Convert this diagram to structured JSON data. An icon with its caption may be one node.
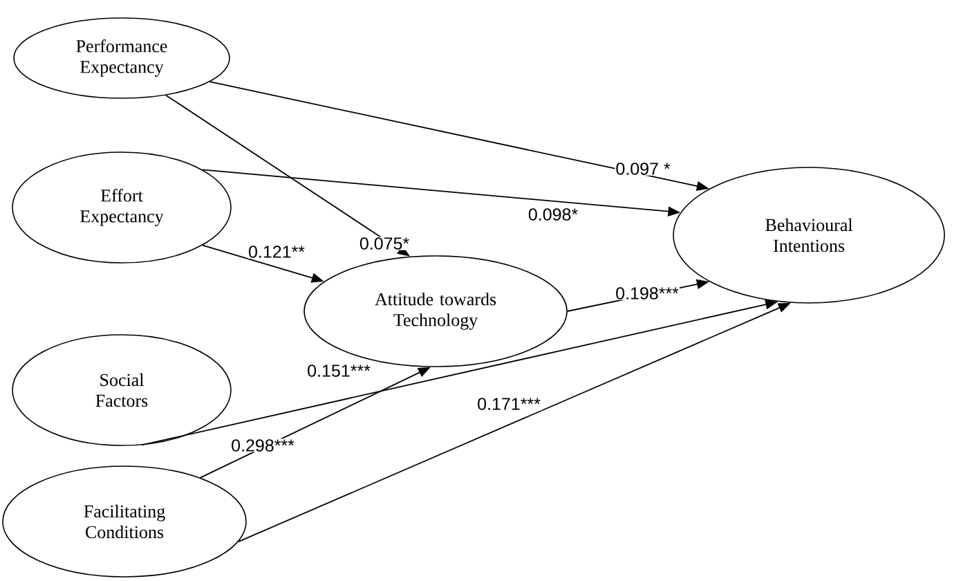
{
  "diagram": {
    "nodes": [
      {
        "text": [
          "Performance Expectancy"
        ]
      },
      {
        "text": [
          "Effort Expectancy"
        ]
      },
      {
        "text": [
          "Attitude towards Technology"
        ]
      },
      {
        "text": [
          "Behavioural Intentions"
        ]
      },
      {
        "text": [
          "Social Factors"
        ]
      },
      {
        "text": [
          "Facilitating Conditions"
        ]
      }
    ],
    "edges": [
      {
        "from": 0,
        "to": 2,
        "arrow": "to",
        "label": "0.075*"
      },
      {
        "from": 0,
        "to": 3,
        "arrow": "to",
        "label": "0.097 *"
      },
      {
        "from": 1,
        "to": 3,
        "arrow": "to",
        "label": "0.098*"
      },
      {
        "from": 1,
        "to": 2,
        "arrow": "to",
        "label": "0.121**"
      },
      {
        "from": 2,
        "to": 3,
        "arrow": "to",
        "label": "0.198***"
      },
      {
        "from": 4,
        "to": 3,
        "arrow": "to",
        "label": "0.151***"
      },
      {
        "from": 5,
        "to": 2,
        "arrow": "to",
        "label": "0.298***"
      },
      {
        "from": 5,
        "to": 3,
        "arrow": "to",
        "label": "0.171***"
      }
    ]
  }
}
